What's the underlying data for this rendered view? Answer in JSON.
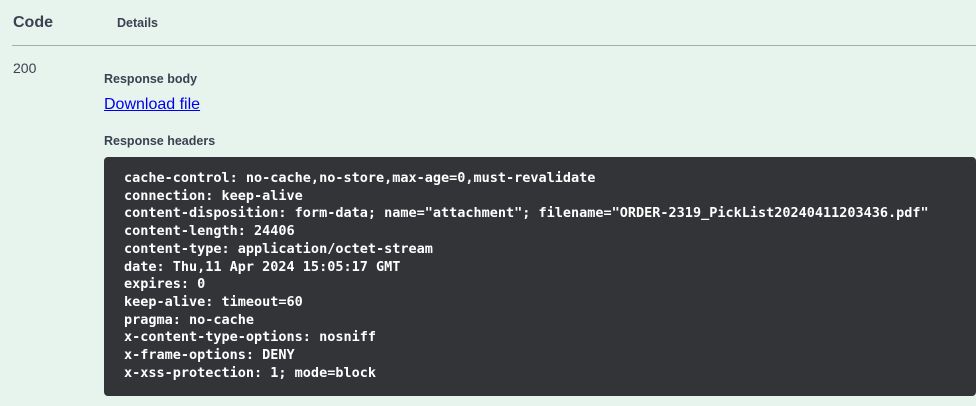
{
  "table": {
    "code_header": "Code",
    "details_header": "Details"
  },
  "response": {
    "code": "200",
    "body_label": "Response body",
    "download_link": "Download file",
    "headers_label": "Response headers",
    "headers": [
      "cache-control: no-cache,no-store,max-age=0,must-revalidate",
      "connection: keep-alive",
      "content-disposition: form-data; name=\"attachment\"; filename=\"ORDER-2319_PickList20240411203436.pdf\"",
      "content-length: 24406",
      "content-type: application/octet-stream",
      "date: Thu,11 Apr 2024 15:05:17 GMT",
      "expires: 0",
      "keep-alive: timeout=60",
      "pragma: no-cache",
      "x-content-type-options: nosniff",
      "x-frame-options: DENY",
      "x-xss-protection: 1; mode=block"
    ]
  },
  "colors": {
    "page_bg": "#e7f3ed",
    "code_block_bg": "#333437",
    "code_text": "#ffffff",
    "heading_text": "#3b4151",
    "link_color": "#0000ee",
    "divider": "#a4aeab"
  }
}
